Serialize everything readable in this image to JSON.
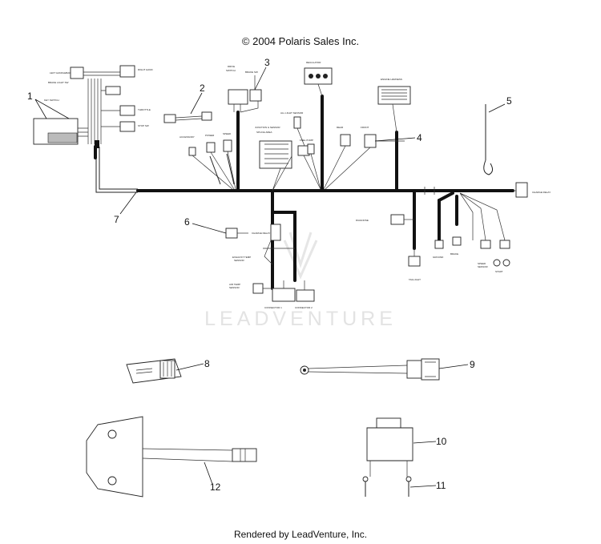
{
  "header": {
    "copyright": "© 2004 Polaris Sales Inc."
  },
  "footer": {
    "rendered_by": "Rendered by LeadVenture, Inc."
  },
  "watermark": {
    "text": "LEADVENTURE"
  },
  "callouts": [
    "1",
    "2",
    "3",
    "4",
    "5",
    "6",
    "7",
    "8",
    "9",
    "10",
    "11",
    "12"
  ]
}
